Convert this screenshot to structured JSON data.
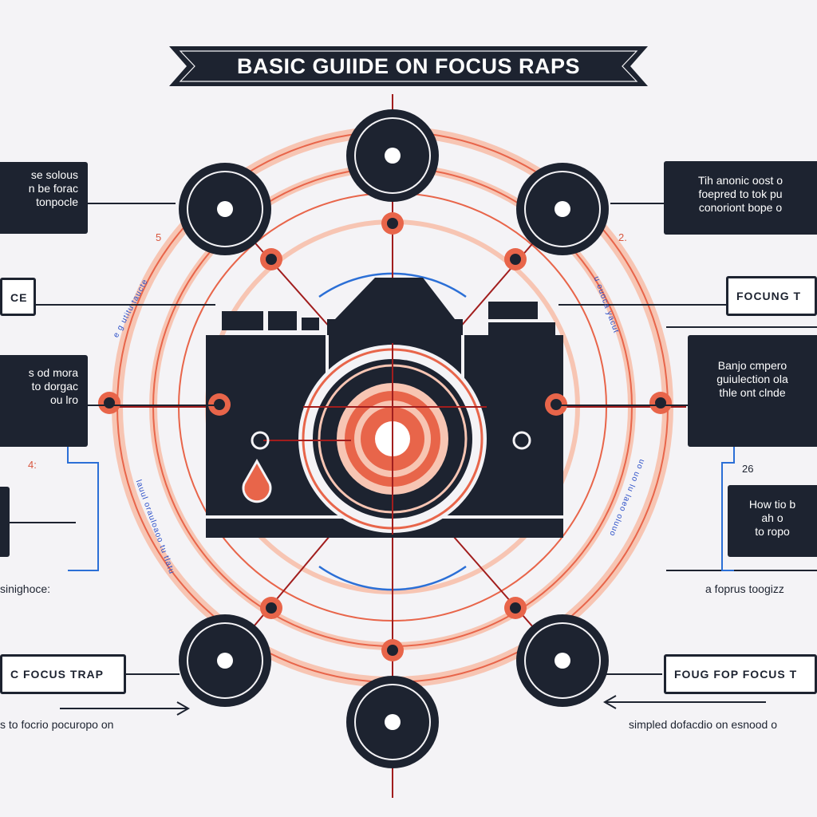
{
  "title": "BASIC GUIIDE ON FOCUS RAPS",
  "colors": {
    "navy": "#1d2330",
    "coral": "#e8654a",
    "peach": "#f7c5b3",
    "blue": "#2b6fd6",
    "red_line": "#a11d1d",
    "background": "#f4f3f6"
  },
  "left_boxes": [
    {
      "lines": [
        "se solous",
        "n be forac",
        "tonpocle"
      ]
    },
    {
      "lines": [
        "s od mora",
        "to dorgac",
        "ou lro"
      ]
    }
  ],
  "left_outline_box": {
    "text": "CE"
  },
  "left_bottom_box": {
    "text": "C FOCUS TRAP"
  },
  "left_caption": "sinighoce:",
  "left_arrow_caption": "s to focrio pocuropo on",
  "right_boxes": [
    {
      "lines": [
        "Tih anonic oost o",
        "foepred to tok pu",
        "conoriont bope o"
      ]
    },
    {
      "lines": [
        "Banjo cmpero",
        "guiulection ola",
        "thle ont clnde"
      ]
    },
    {
      "lines": [
        "How tio b",
        "ah o",
        "to ropo"
      ]
    }
  ],
  "right_outline_box": {
    "text": "FOCUNG T"
  },
  "right_bottom_box": {
    "text": "FOUG FOP FOCUS T"
  },
  "right_caption": "a foprus toogizz",
  "right_arrow_caption": "simpled dofacdio on esnood o",
  "numbers": {
    "top_left": "5",
    "top_right": "2.",
    "mid_left": "4:",
    "mid_right": "26"
  },
  "vertical_labels": {
    "upper_left": "e g utitu taucte",
    "lower_left": "lauul orauloaoo tu tlatu",
    "upper_right": "u ouoca yacut",
    "lower_right": "uo uo lu laeo oluuo"
  }
}
